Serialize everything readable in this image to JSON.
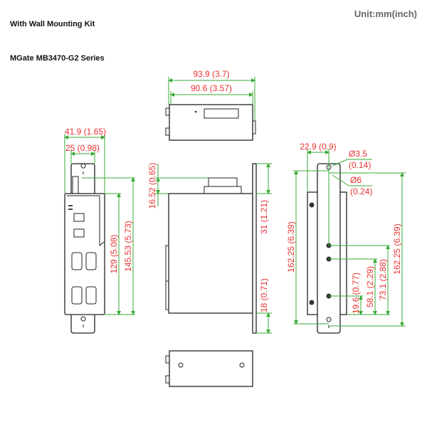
{
  "header": {
    "unit": "Unit:mm(inch)",
    "title": "With Wall Mounting Kit",
    "series": "MGate MB3470-G2 Series"
  },
  "colors": {
    "dimension_text": "#e8312f",
    "dimension_line": "#3aaa35",
    "outline": "#222222"
  },
  "dims": {
    "top_width_outer": "93.9 (3.7)",
    "top_width_inner": "90.6 (3.57)",
    "front_width_outer": "41.9 (1.65)",
    "front_width_inner": "25 (0.98)",
    "front_height_body": "129 (5.08)",
    "front_height_total": "145.53 (5.73)",
    "side_connector": "16.52 (0.65)",
    "side_top": "31 (1.21)",
    "side_bottom": "18 (0.71)",
    "rear_offset": "22.9 (0.9)",
    "hole_small": "Ø3.5",
    "hole_small_in": "(0.14)",
    "hole_large": "Ø6",
    "hole_large_in": "(0.24)",
    "rear_height_left": "162.25 (6.39)",
    "rear_height_right": "162.25 (6.39)",
    "rear_h1": "19.6 (0.77)",
    "rear_h2": "58.1 (2.29)",
    "rear_h3": "73.1 (2.88)"
  }
}
